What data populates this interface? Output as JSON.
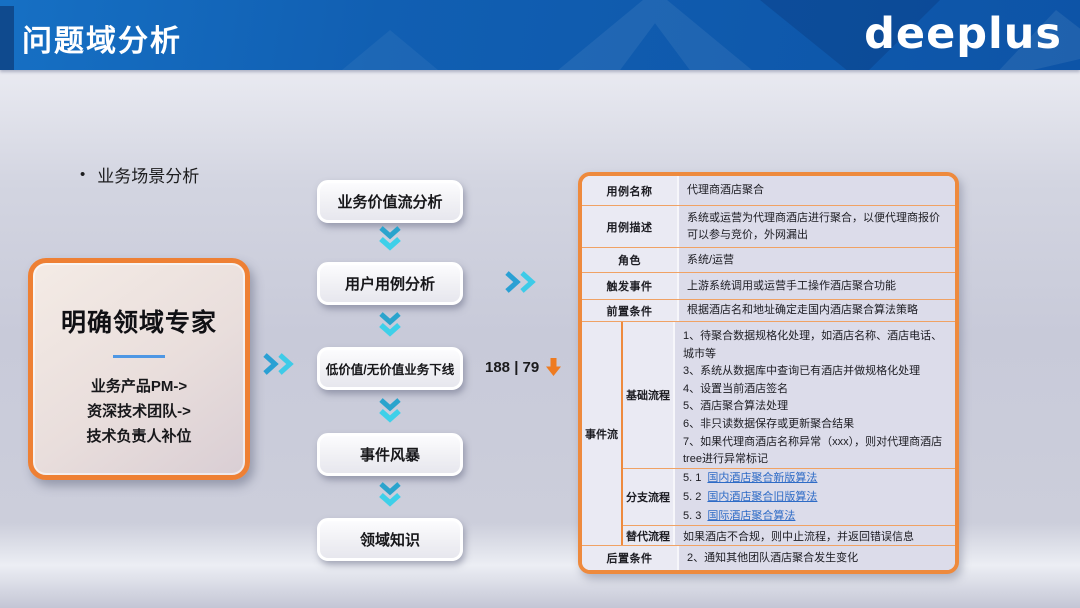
{
  "header": {
    "title": "问题域分析",
    "logo_text": "deeplus"
  },
  "section": {
    "bullet_marker": "•",
    "bullet_text": "业务场景分析"
  },
  "expert_box": {
    "title": "明确领域专家",
    "lines": [
      "业务产品PM->",
      "资深技术团队->",
      "技术负责人补位"
    ]
  },
  "flow": {
    "steps": [
      "业务价值流分析",
      "用户用例分析",
      "低价值/无价值业务下线",
      "事件风暴",
      "领域知识"
    ]
  },
  "metric": {
    "value": "188 | 79"
  },
  "use_case": {
    "rows": [
      {
        "label": "用例名称",
        "content": "代理商酒店聚合"
      },
      {
        "label": "用例描述",
        "content": "系统或运营为代理商酒店进行聚合，以便代理商报价可以参与竞价，外网漏出"
      },
      {
        "label": "角色",
        "content": "系统/运营"
      },
      {
        "label": "触发事件",
        "content": "上游系统调用或运营手工操作酒店聚合功能"
      },
      {
        "label": "前置条件",
        "content": "根据酒店名和地址确定走国内酒店聚合算法策略"
      }
    ],
    "event_flow": {
      "label": "事件流",
      "base": {
        "label": "基础流程",
        "items": [
          "1、待聚合数据规格化处理，如酒店名称、酒店电话、城市等",
          "3、系统从数据库中查询已有酒店并做规格化处理",
          "4、设置当前酒店签名",
          "5、酒店聚合算法处理",
          "6、非只读数据保存或更新聚合结果",
          "7、如果代理商酒店名称异常（xxx），则对代理商酒店tree进行异常标记"
        ]
      },
      "branch": {
        "label": "分支流程",
        "links": [
          {
            "num": "5. 1",
            "text": "国内酒店聚合新版算法"
          },
          {
            "num": "5. 2",
            "text": "国内酒店聚合旧版算法"
          },
          {
            "num": "5. 3",
            "text": "国际酒店聚合算法"
          }
        ]
      },
      "alt": {
        "label": "替代流程",
        "text": "如果酒店不合规，则中止流程，并返回错误信息"
      }
    },
    "post": {
      "label": "后置条件",
      "content": "2、通知其他团队酒店聚合发生变化"
    }
  },
  "colors": {
    "header_blue": "#0f5cb0",
    "accent_orange": "#ee8a3d",
    "accent_cyan": "#3ecbe8",
    "link_blue": "#2e6bc6",
    "arrow_orange": "#ee7b21"
  }
}
